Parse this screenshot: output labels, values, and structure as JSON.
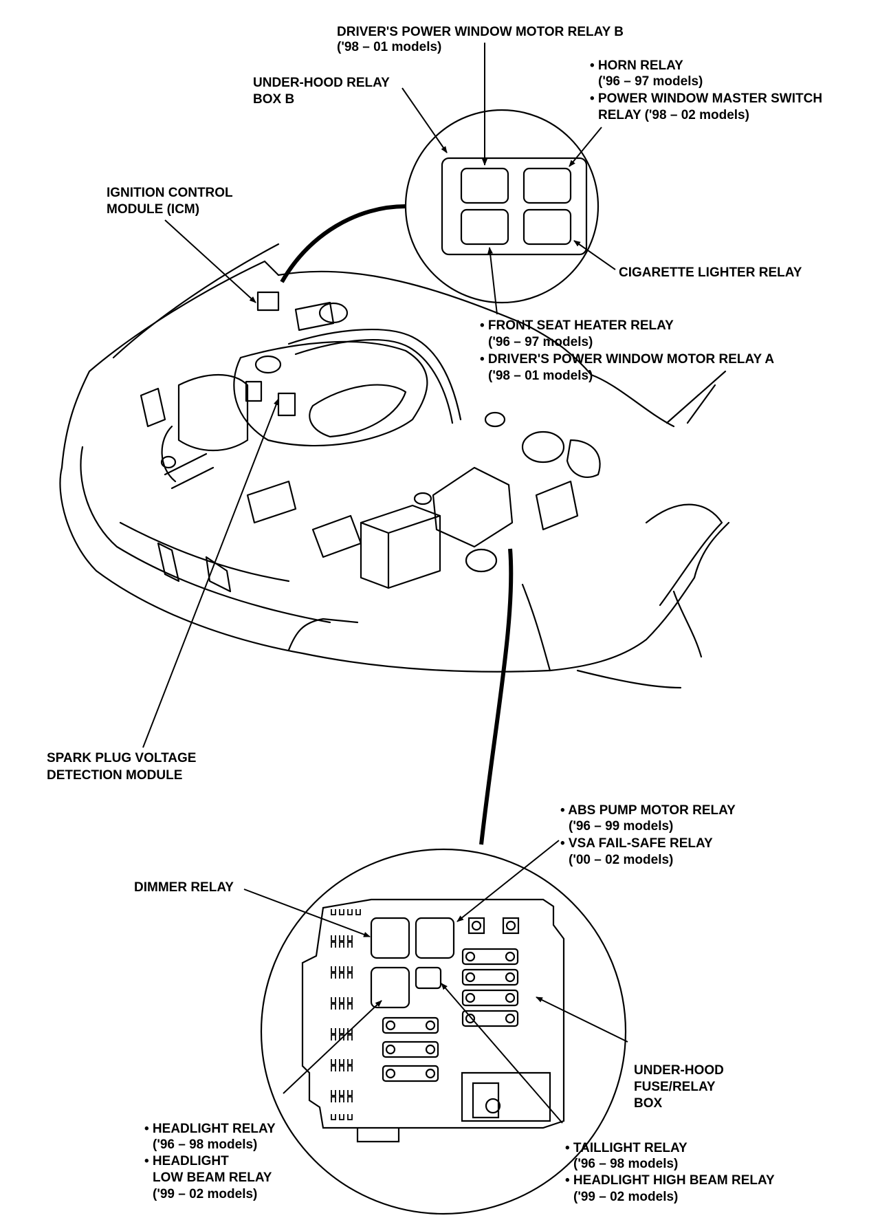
{
  "labels": {
    "dpw_b_1": "DRIVER'S POWER WINDOW MOTOR RELAY B",
    "dpw_b_2": "('98 – 01 models)",
    "uh_box_b_1": "UNDER-HOOD RELAY",
    "uh_box_b_2": "BOX B",
    "horn_1": "• HORN RELAY",
    "horn_2": "('96 – 97 models)",
    "pwms_1": "• POWER WINDOW MASTER SWITCH",
    "pwms_2": "RELAY ('98 – 02 models)",
    "icm_1": "IGNITION CONTROL",
    "icm_2": "MODULE (ICM)",
    "cig_1": "CIGARETTE LIGHTER RELAY",
    "fsh_1": "• FRONT SEAT HEATER RELAY",
    "fsh_2": "('96 – 97 models)",
    "dpw_a_1": "• DRIVER'S POWER WINDOW MOTOR RELAY A",
    "dpw_a_2": "('98 – 01 models)",
    "spark_1": "SPARK PLUG VOLTAGE",
    "spark_2": "DETECTION MODULE",
    "abs_1": "• ABS PUMP MOTOR RELAY",
    "abs_2": "('96 – 99 models)",
    "vsa_1": "• VSA FAIL-SAFE RELAY",
    "vsa_2": "('00 – 02 models)",
    "dimmer_1": "DIMMER RELAY",
    "uhfr_1": "UNDER-HOOD",
    "uhfr_2": "FUSE/RELAY",
    "uhfr_3": "BOX",
    "head_1": "• HEADLIGHT RELAY",
    "head_2": "('96 – 98 models)",
    "head_3": "• HEADLIGHT",
    "head_4": "LOW BEAM RELAY",
    "head_5": "('99 – 02 models)",
    "tail_1": "• TAILLIGHT RELAY",
    "tail_2": "('96 – 98 models)",
    "tail_3": "• HEADLIGHT HIGH BEAM RELAY",
    "tail_4": "('99 – 02 models)"
  },
  "colors": {
    "ink": "#000000",
    "paper": "#ffffff"
  }
}
